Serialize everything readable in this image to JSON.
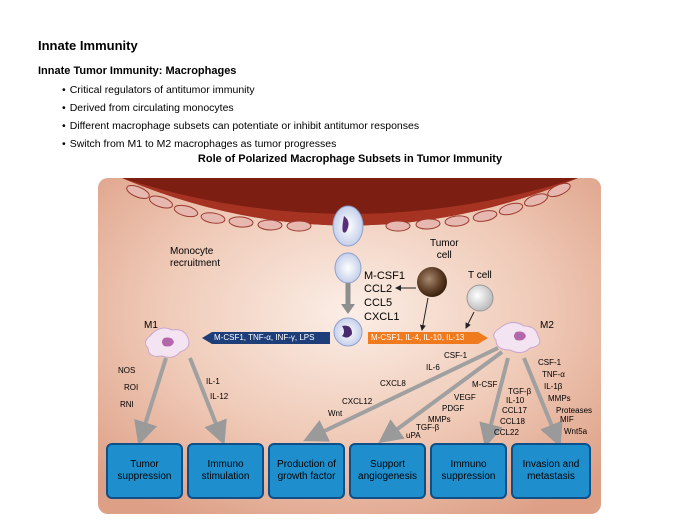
{
  "slide": {
    "title": "Innate Immunity",
    "subtitle": "Innate Tumor Immunity: Macrophages",
    "bullets": [
      "Critical regulators of antitumor immunity",
      "Derived from circulating monocytes",
      "Different macrophage subsets can potentiate or inhibit antitumor responses",
      "Switch from M1 to M2 macrophages as tumor progresses"
    ]
  },
  "diagram": {
    "title": "Role of Polarized Macrophage Subsets in Tumor Immunity",
    "monocyte_label": "Monocyte\nrecruitment",
    "tumor_cell_label": "Tumor\ncell",
    "t_cell_label": "T cell",
    "m1_label": "M1",
    "m2_label": "M2",
    "chemokines": [
      "M-CSF1",
      "CCL2",
      "CCL5",
      "CXCL1"
    ],
    "m1_banner": "M-CSF1, TNF-α, INF-γ, LPS",
    "m2_banner": "M-CSF1, IL-4, IL-10, IL-13",
    "m1_factors_left": [
      "NOS",
      "ROI",
      "RNI"
    ],
    "m1_factors_right": [
      "IL-1",
      "IL-12"
    ],
    "m2_factors": {
      "csf1": "CSF-1",
      "il6": "IL-6",
      "cxcl8": "CXCL8",
      "cxcl12": "CXCL12",
      "wnt": "Wnt",
      "mcsf": "M-CSF",
      "vegf": "VEGF",
      "pdgf": "PDGF",
      "mmps": "MMPs",
      "tgfb": "TGF-β",
      "upa": "uPA",
      "suppression": [
        "TGF-β",
        "IL-10",
        "CCL17",
        "CCL18",
        "CCL22"
      ],
      "invasion": [
        "CSF-1",
        "TNF-α",
        "IL-1β",
        "MMPs",
        "Proteases",
        "MIF",
        "Wnt5a"
      ]
    },
    "outcomes": [
      "Tumor suppression",
      "Immuno stimulation",
      "Production of growth factor",
      "Support angiogenesis",
      "Immuno suppression",
      "Invasion and metastasis"
    ],
    "colors": {
      "background": "#ebbfab",
      "vessel": "#7d1e12",
      "box": "#1e8ecd",
      "m1_banner": "#1d3e78",
      "m2_banner": "#f07a1e"
    }
  }
}
